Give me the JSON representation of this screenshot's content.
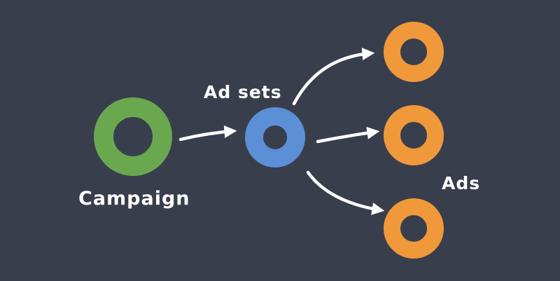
{
  "labels": {
    "campaign": "Campaign",
    "ad_sets": "Ad sets",
    "ads": "Ads"
  },
  "colors": {
    "background": "#393e4d",
    "campaign": "#6aa84f",
    "ad_set": "#5b8fd6",
    "ad": "#f0993a",
    "arrow": "#ffffff",
    "text": "#ffffff"
  }
}
